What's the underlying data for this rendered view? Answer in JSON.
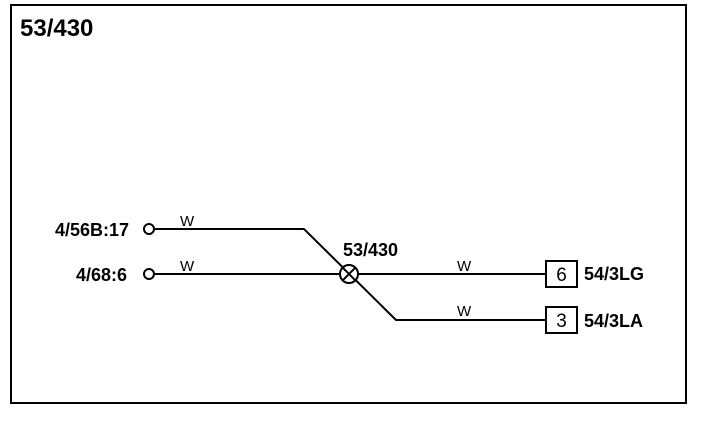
{
  "title": "53/430",
  "splice": {
    "label": "53/430"
  },
  "terminals": [
    {
      "label": "4/56B:17"
    },
    {
      "label": "4/68:6"
    }
  ],
  "connectors": [
    {
      "pin": "6",
      "label": "54/3LG"
    },
    {
      "pin": "3",
      "label": "54/3LA"
    }
  ],
  "wires": [
    {
      "color_code": "W"
    },
    {
      "color_code": "W"
    },
    {
      "color_code": "W"
    },
    {
      "color_code": "W"
    }
  ]
}
